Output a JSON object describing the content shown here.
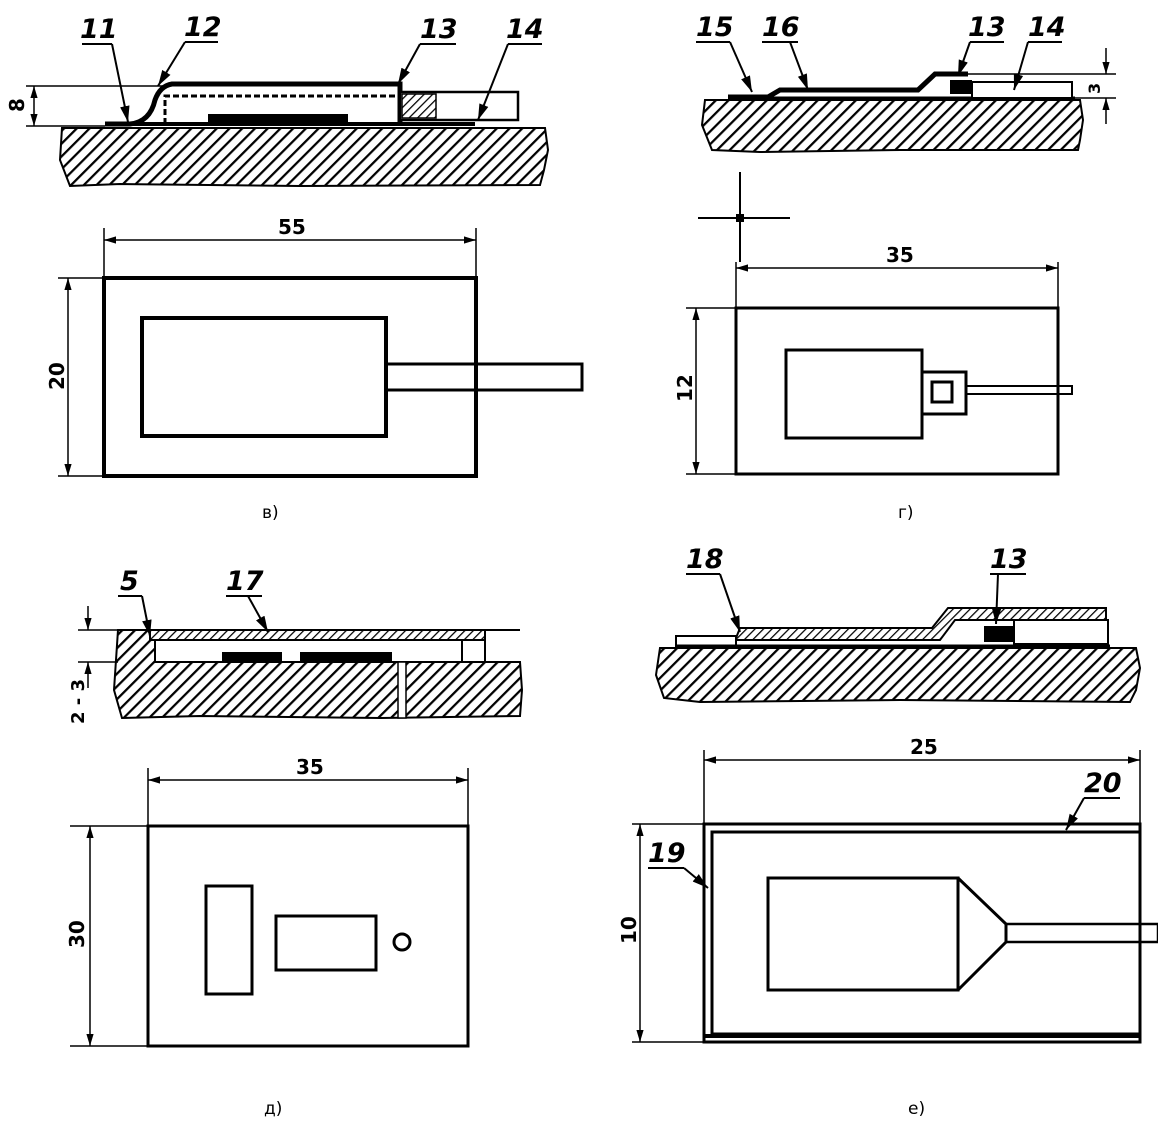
{
  "colors": {
    "ink": "#000000",
    "paper": "#ffffff"
  },
  "panels": {
    "v": {
      "caption": "в)",
      "section_callouts": {
        "c11": "11",
        "c12": "12",
        "c13": "13",
        "c14": "14"
      },
      "height_dim": "8",
      "width_dim": "55",
      "plan_height_dim": "20"
    },
    "g": {
      "caption": "г)",
      "section_callouts": {
        "c15": "15",
        "c16": "16",
        "c13": "13",
        "c14": "14"
      },
      "height_dim": "3",
      "width_dim": "35",
      "plan_height_dim": "12"
    },
    "d": {
      "caption": "д)",
      "section_callouts": {
        "c5": "5",
        "c17": "17"
      },
      "height_dim": "2 - 3",
      "width_dim": "35",
      "plan_height_dim": "30"
    },
    "e": {
      "caption": "е)",
      "section_callouts": {
        "c18": "18",
        "c13": "13"
      },
      "width_dim": "25",
      "plan_height_dim": "10",
      "plan_callouts": {
        "c19": "19",
        "c20": "20"
      }
    }
  }
}
